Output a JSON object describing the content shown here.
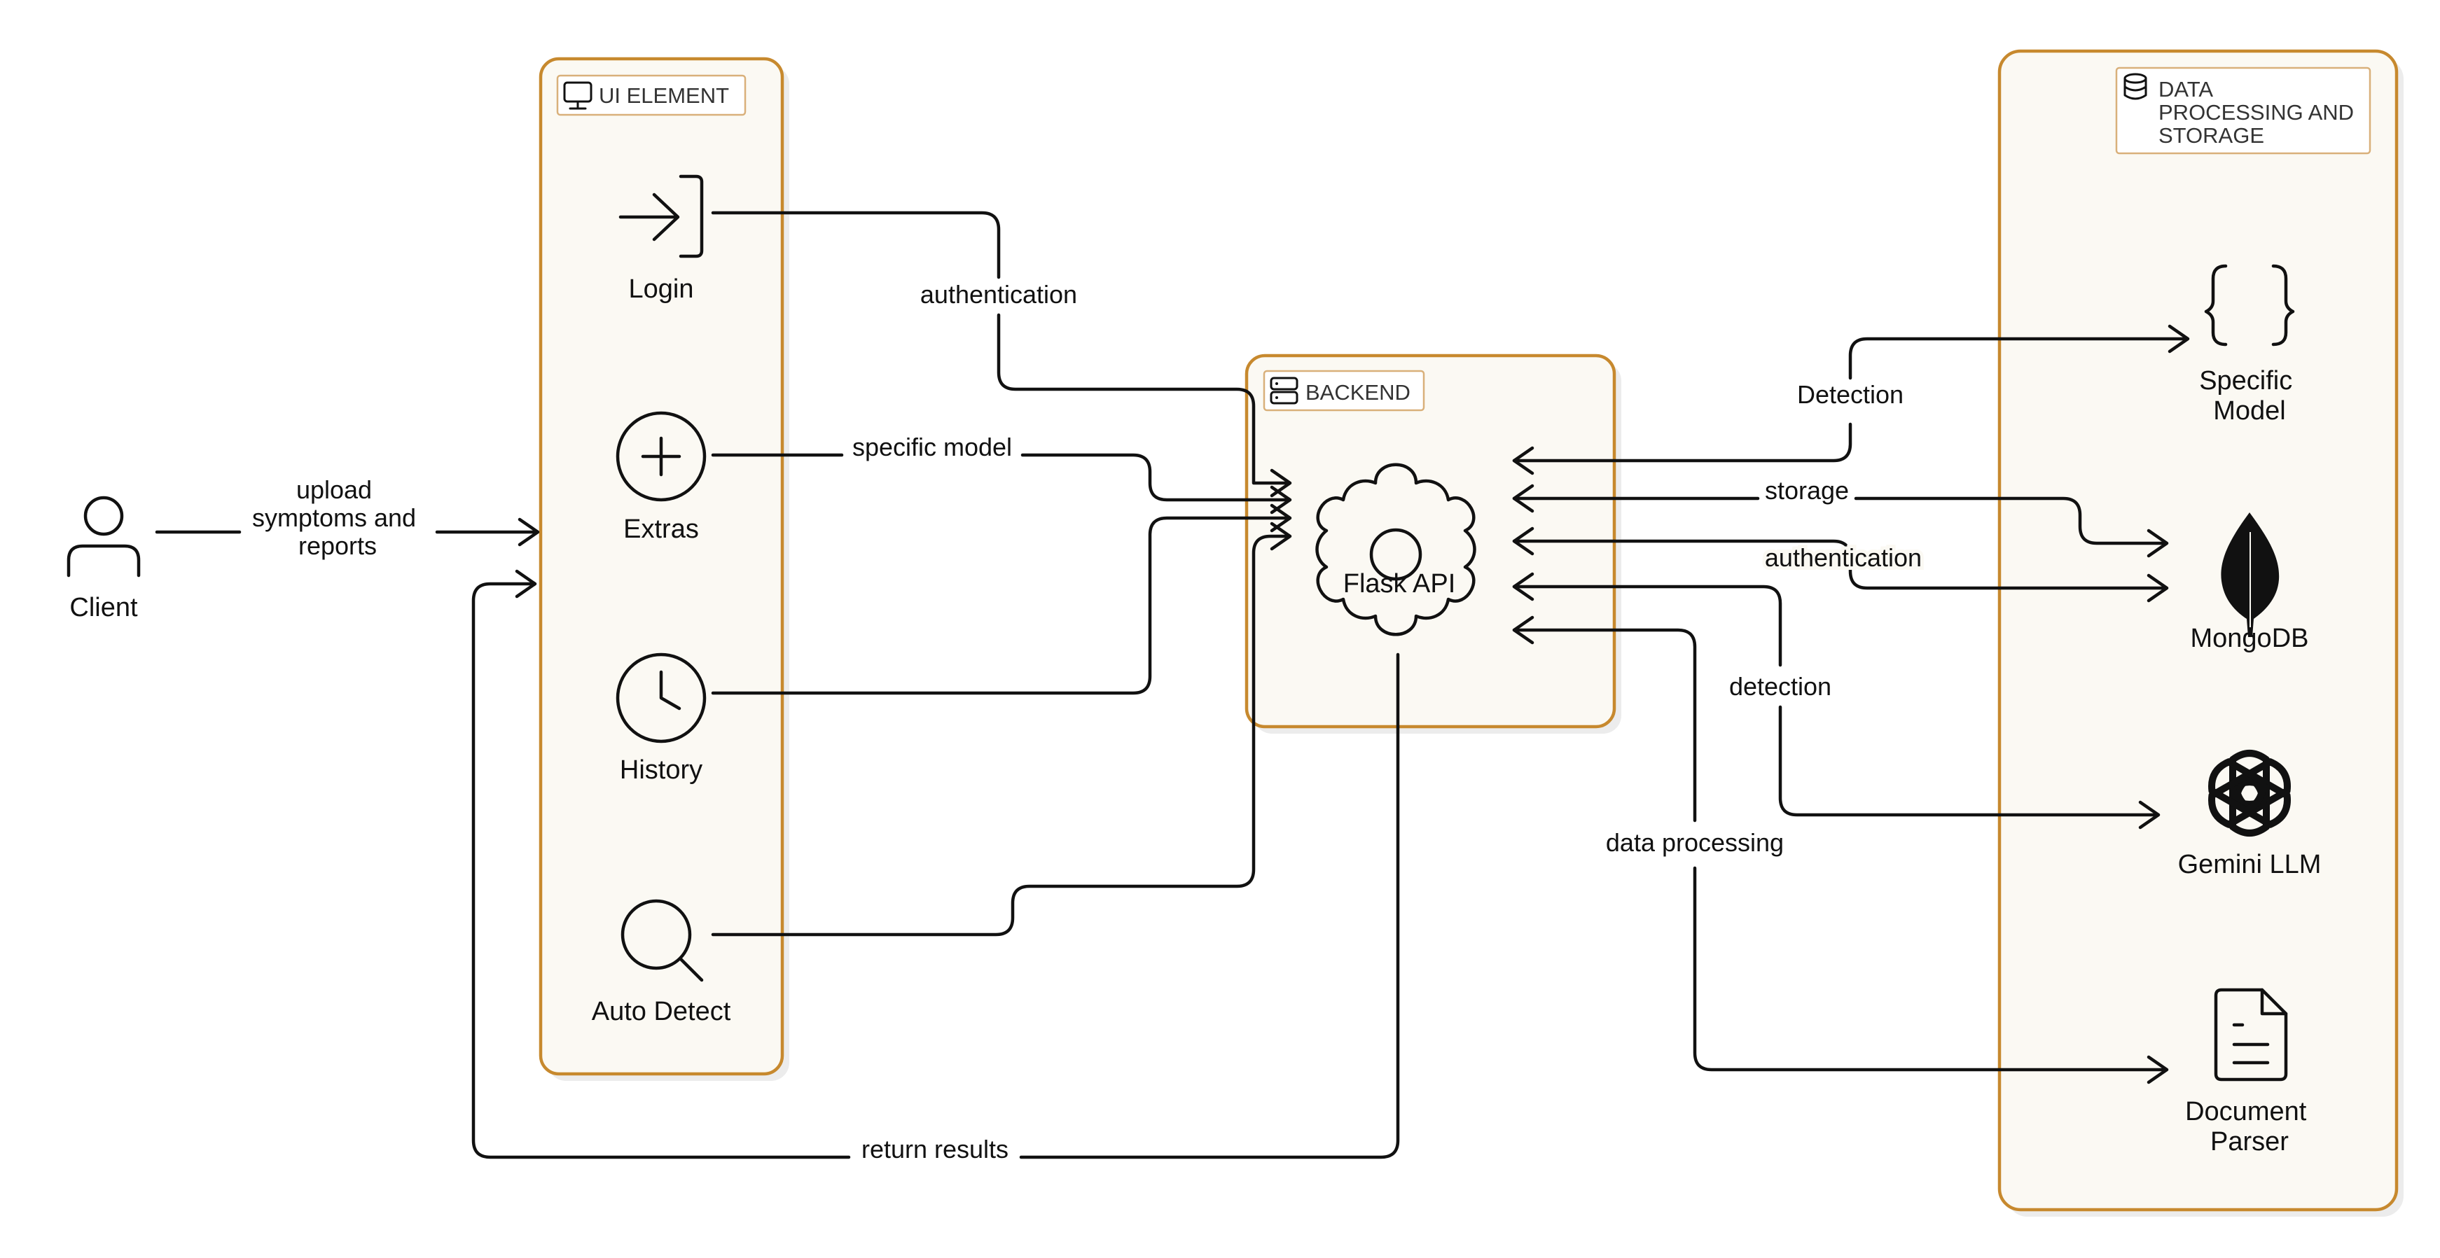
{
  "diagram": {
    "client": {
      "label": "Client"
    },
    "ui_panel": {
      "title": "UI ELEMENT",
      "items": [
        {
          "label": "Login",
          "icon": "login-icon"
        },
        {
          "label": "Extras",
          "icon": "plus-circle-icon"
        },
        {
          "label": "History",
          "icon": "clock-icon"
        },
        {
          "label": "Auto Detect",
          "icon": "search-icon"
        }
      ]
    },
    "backend_panel": {
      "title": "BACKEND",
      "node": {
        "label": "Flask API",
        "icon": "gear-icon"
      }
    },
    "data_panel": {
      "title_lines": [
        "DATA",
        "PROCESSING AND",
        "STORAGE"
      ],
      "items": [
        {
          "label_lines": [
            "Specific",
            "Model"
          ],
          "icon": "curly-braces-icon"
        },
        {
          "label_lines": [
            "MongoDB"
          ],
          "icon": "mongodb-leaf-icon"
        },
        {
          "label_lines": [
            "Gemini LLM"
          ],
          "icon": "openai-knot-icon"
        },
        {
          "label_lines": [
            "Document",
            "Parser"
          ],
          "icon": "document-icon"
        }
      ]
    },
    "edge_labels": {
      "client_upload": [
        "upload",
        "symptoms and",
        "reports"
      ],
      "login": "authentication",
      "extras": "specific model",
      "detection_specific": "Detection",
      "storage": "storage",
      "auth_mongo": "authentication",
      "detection_gemini": "detection",
      "data_processing": "data processing",
      "return_results": "return results"
    },
    "colors": {
      "panel_border": "#c7892e",
      "panel_fill": "#fbf9f3",
      "line": "#111111"
    }
  }
}
